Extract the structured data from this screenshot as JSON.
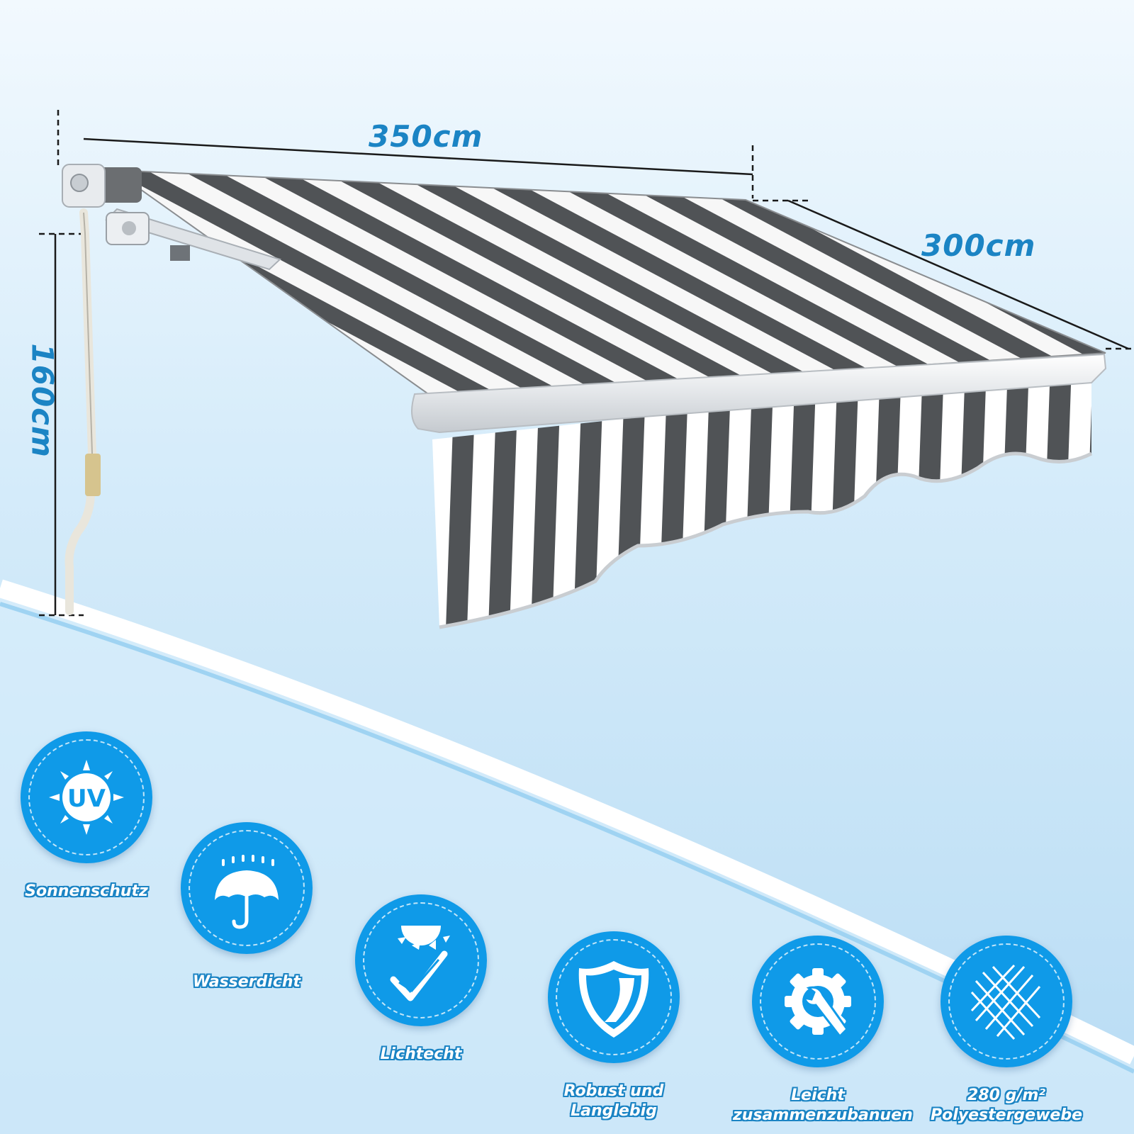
{
  "dimensions": {
    "width": "350cm",
    "depth": "300cm",
    "height": "160cm"
  },
  "features": [
    {
      "icon": "uv-sun-icon",
      "label": "Sonnenschutz",
      "label2": ""
    },
    {
      "icon": "umbrella-rain-icon",
      "label": "Wasserdicht",
      "label2": ""
    },
    {
      "icon": "sun-checkmark-icon",
      "label": "Lichtecht",
      "label2": ""
    },
    {
      "icon": "shield-icon",
      "label": "Robust und",
      "label2": "Langlebig"
    },
    {
      "icon": "gear-wrench-icon",
      "label": "Leicht",
      "label2": "zusammenzubanuen"
    },
    {
      "icon": "fabric-mesh-icon",
      "label": "280 g/m²",
      "label2": "Polyestergewebe"
    }
  ],
  "colors": {
    "accent": "#0f9ae8",
    "label": "#1b84c4",
    "stripe_dark": "#505356",
    "stripe_light": "#ffffff"
  }
}
